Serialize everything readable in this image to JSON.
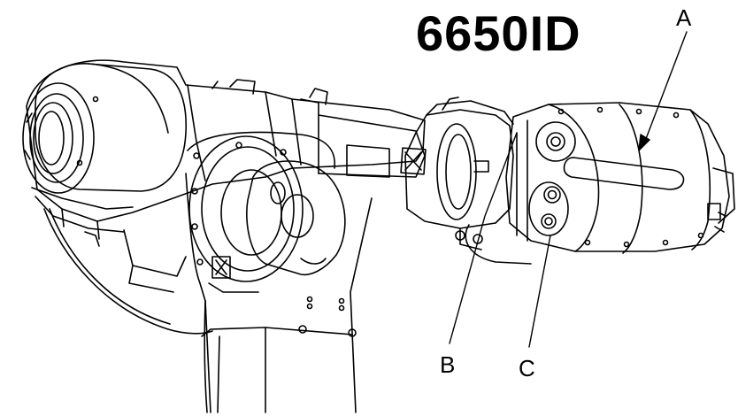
{
  "diagram": {
    "model_title": "6650ID",
    "callouts": {
      "a": "A",
      "b": "B",
      "c": "C"
    }
  }
}
